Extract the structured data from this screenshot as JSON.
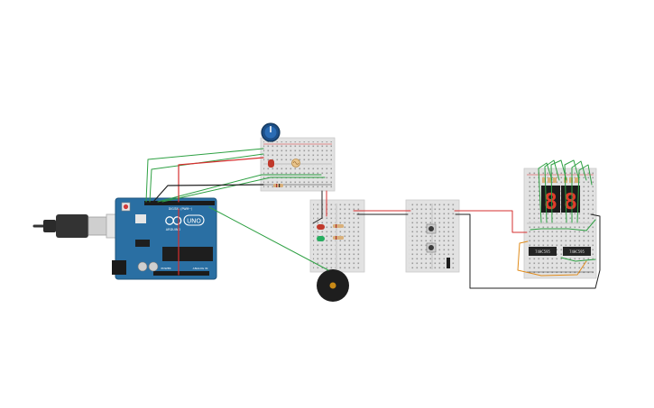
{
  "canvas": {
    "background": "#ffffff"
  },
  "arduino": {
    "brand_label": "UNO",
    "logo_label": "ARDUINO",
    "digital_label": "DIGITAL (PWM~)",
    "power_label": "POWER",
    "analog_label": "ANALOG IN",
    "board_color": "#2a6fa3",
    "usb_color": "#2b2b2b"
  },
  "displays": {
    "digits": [
      "8",
      "8"
    ],
    "segment_color": "#e03b2a"
  },
  "decoder_chips": {
    "left_label": "74HC595",
    "right_label": "74HC595"
  },
  "wire_colors": {
    "red": "#d62f2f",
    "black": "#222222",
    "green": "#2ea043",
    "orange": "#e08b1a"
  }
}
